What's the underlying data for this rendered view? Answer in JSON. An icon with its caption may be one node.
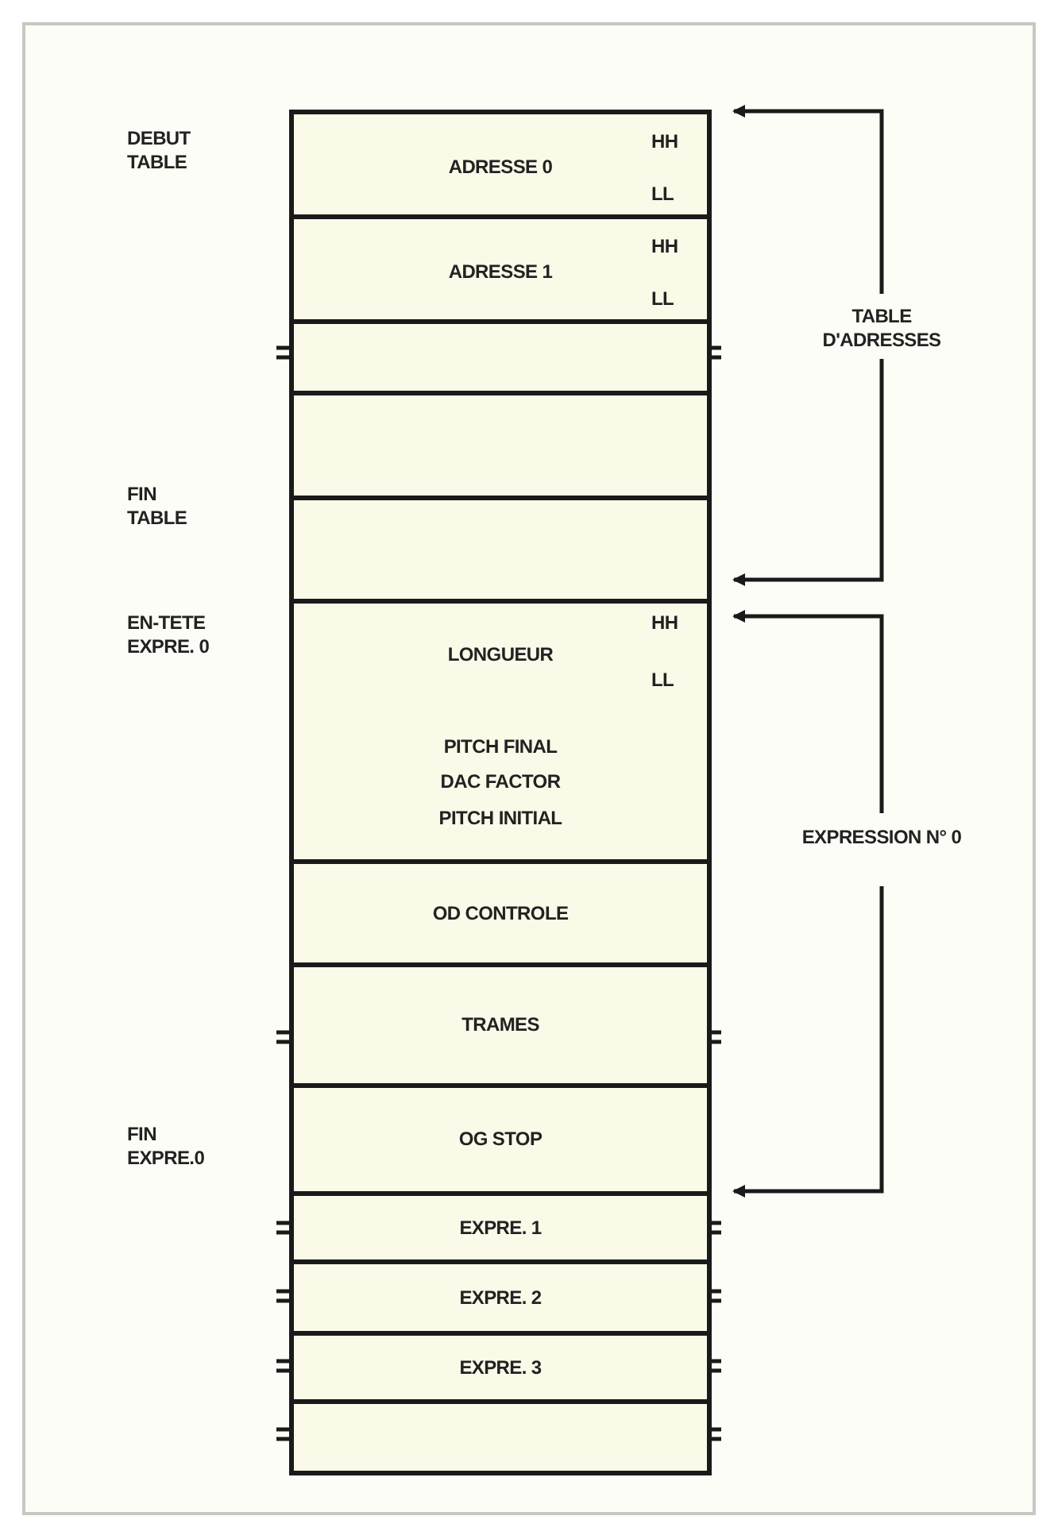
{
  "diagram": {
    "nodes": [
      {
        "text": [
          "ADRESSE 0",
          "HH",
          "LL"
        ]
      },
      {
        "text": [
          "ADRESSE 1",
          "HH",
          "LL"
        ]
      },
      {
        "text": [],
        "shape": "box"
      },
      {
        "text": [],
        "shape": "box"
      },
      {
        "text": [],
        "shape": "box"
      },
      {
        "text": [
          "LONGUEUR",
          "HH",
          "LL",
          "PITCH FINAL",
          "DAC FACTOR",
          "PITCH INITIAL"
        ]
      },
      {
        "text": [
          "OD CONTROLE"
        ]
      },
      {
        "text": [
          "TRAMES"
        ]
      },
      {
        "text": [
          "OG STOP"
        ]
      },
      {
        "text": [
          "EXPRE. 1"
        ]
      },
      {
        "text": [
          "EXPRE. 2"
        ]
      },
      {
        "text": [
          "EXPRE. 3"
        ]
      },
      {
        "text": [],
        "shape": "box"
      }
    ],
    "labels": [
      "DEBUT TABLE",
      "FIN TABLE",
      "EN-TETE EXPRE. 0",
      "FIN EXPRE.0",
      "TABLE D'ADRESSES",
      "EXPRESSION N° 0"
    ]
  }
}
